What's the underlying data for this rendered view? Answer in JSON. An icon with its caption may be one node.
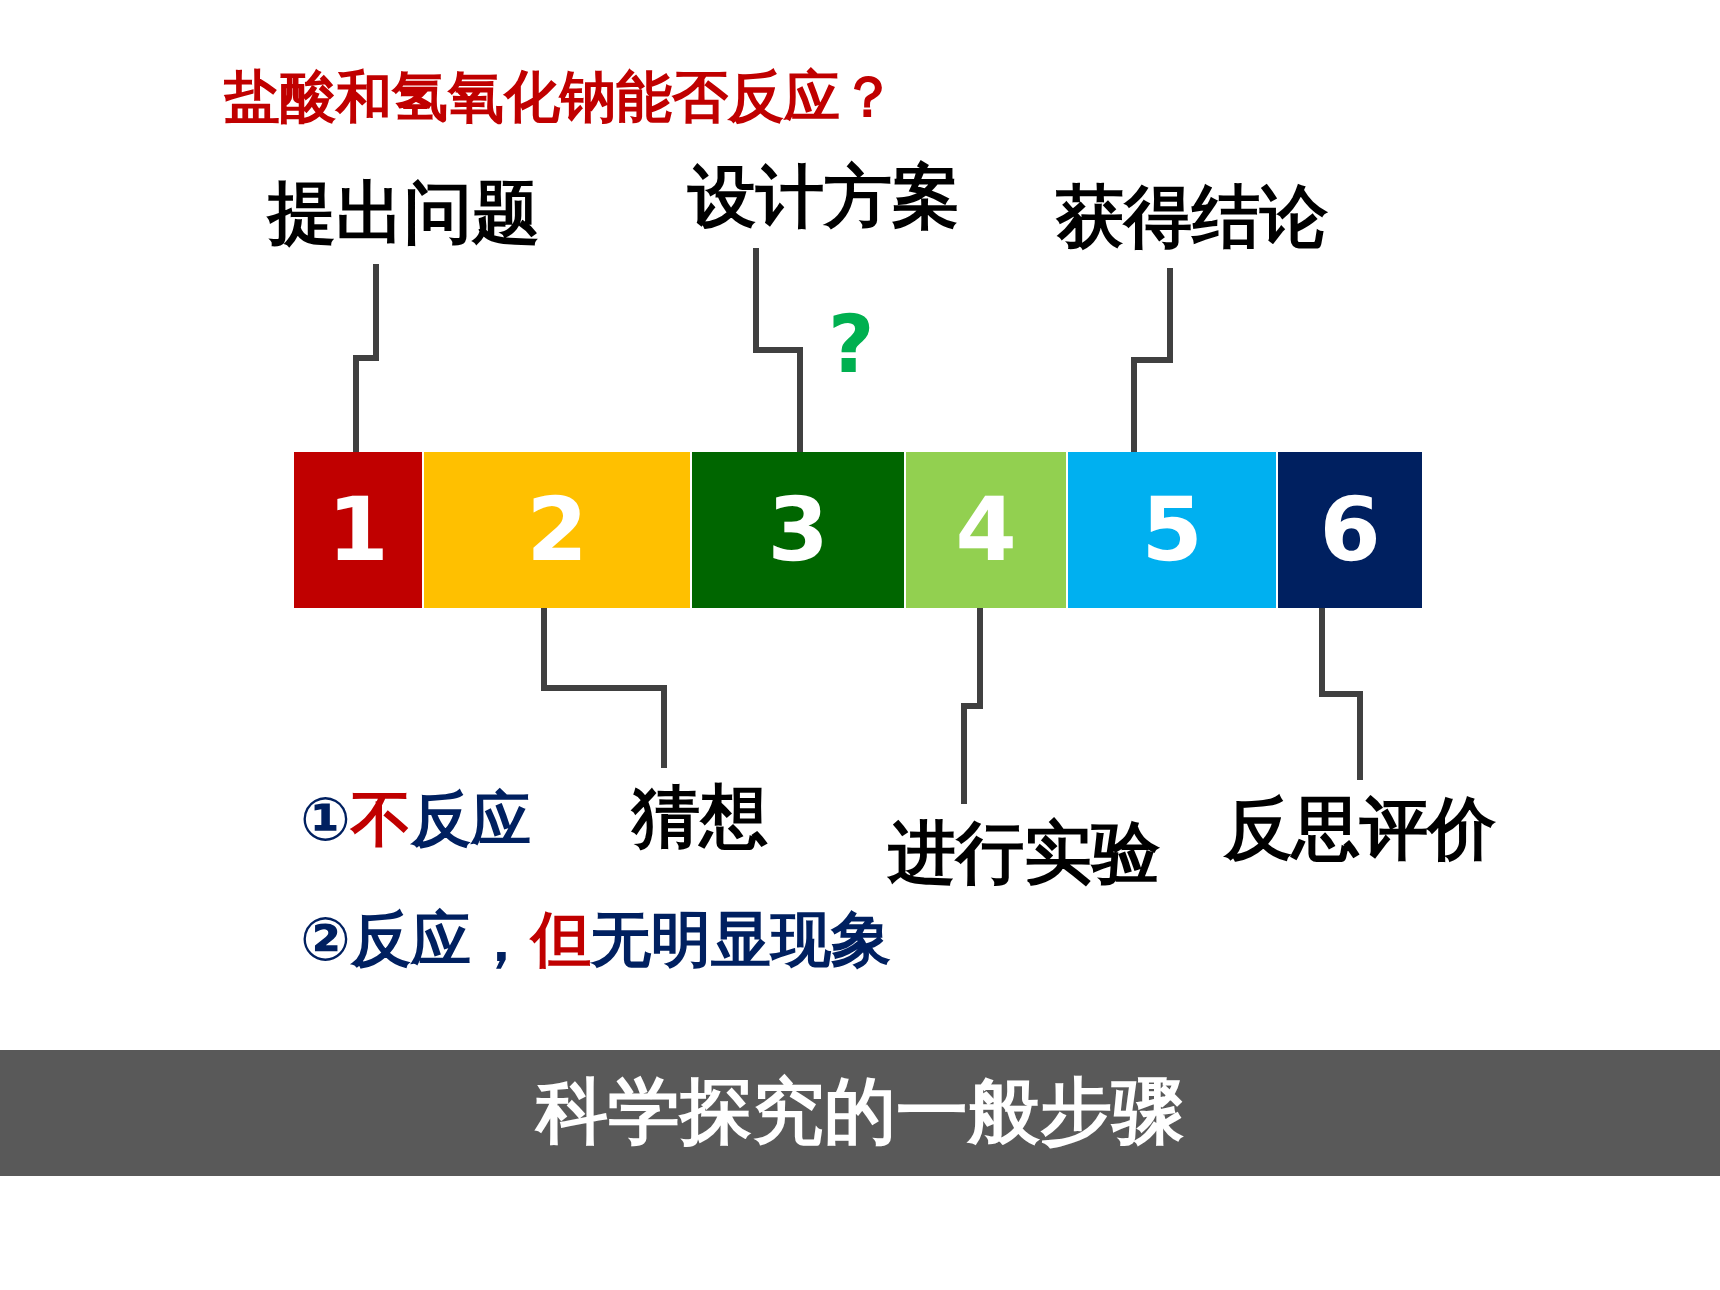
{
  "diagram": {
    "title": "科学探究的一般步骤",
    "nodes": [
      {
        "text": [
          "1"
        ]
      },
      {
        "text": [
          "2"
        ]
      },
      {
        "text": [
          "3"
        ]
      },
      {
        "text": [
          "4"
        ]
      },
      {
        "text": [
          "5"
        ]
      },
      {
        "text": [
          "6"
        ]
      },
      {
        "text": [
          "提出问题"
        ]
      },
      {
        "text": [
          "猜想"
        ]
      },
      {
        "text": [
          "设计方案"
        ]
      },
      {
        "text": [
          "进行实验"
        ]
      },
      {
        "text": [
          "获得结论"
        ]
      },
      {
        "text": [
          "反思评价"
        ]
      }
    ],
    "edges": [
      {
        "from": 6,
        "to": 0,
        "arrow": "none"
      },
      {
        "from": 7,
        "to": 1,
        "arrow": "none"
      },
      {
        "from": 8,
        "to": 2,
        "arrow": "none"
      },
      {
        "from": 9,
        "to": 3,
        "arrow": "none"
      },
      {
        "from": 10,
        "to": 4,
        "arrow": "none"
      },
      {
        "from": 11,
        "to": 5,
        "arrow": "none"
      }
    ],
    "labels": [
      "盐酸和氢氧化钠能否反应？",
      "?",
      "①**不**反应",
      "②反应，**但**无明显现象"
    ]
  }
}
